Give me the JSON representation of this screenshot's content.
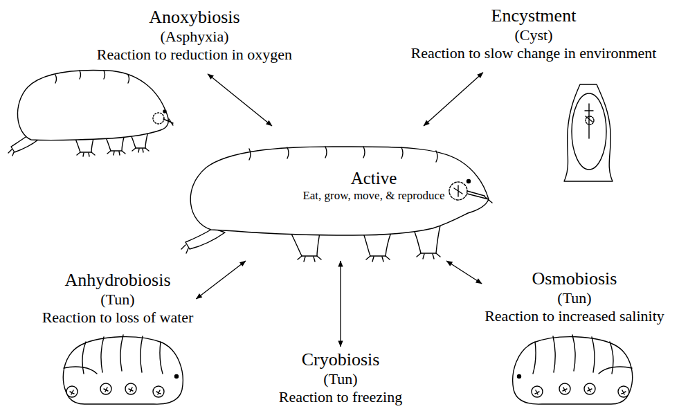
{
  "diagram": {
    "nodes": [
      {
        "text": [
          "Anoxybiosis",
          "(Asphyxia)",
          "Reaction to reduction in oxygen"
        ]
      },
      {
        "text": [
          "Encystment",
          "(Cyst)",
          "Reaction to slow change in environment"
        ]
      },
      {
        "text": [
          "Active",
          "Eat, grow, move, & reproduce"
        ]
      },
      {
        "text": [
          "Anhydrobiosis",
          "(Tun)",
          "Reaction to loss of water"
        ]
      },
      {
        "text": [
          "Osmobiosis",
          "(Tun)",
          "Reaction to increased salinity"
        ]
      },
      {
        "text": [
          "Cryobiosis",
          "(Tun)",
          "Reaction to freezing"
        ]
      }
    ],
    "edges": [
      {
        "from": 2,
        "to": 0,
        "arrow": "both"
      },
      {
        "from": 2,
        "to": 1,
        "arrow": "both"
      },
      {
        "from": 2,
        "to": 3,
        "arrow": "both"
      },
      {
        "from": 2,
        "to": 4,
        "arrow": "both"
      },
      {
        "from": 2,
        "to": 5,
        "arrow": "both"
      }
    ]
  }
}
